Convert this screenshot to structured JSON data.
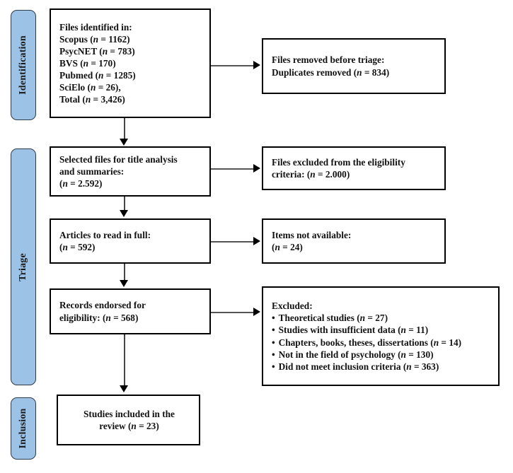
{
  "diagram": {
    "type": "prisma-flow-diagram",
    "colors": {
      "phase_bar_fill": "#9CC3E5",
      "phase_bar_border": "#2E3A45",
      "box_border": "#000000",
      "connector": "#000000",
      "background": "#FFFFFF",
      "text": "#111111"
    },
    "phases": [
      {
        "id": "identification",
        "label": "Identification"
      },
      {
        "id": "triage",
        "label": "Triage"
      },
      {
        "id": "inclusion",
        "label": "Inclusion"
      }
    ],
    "boxes": {
      "identified": {
        "lines": [
          "Files identified in:",
          "Scopus (n = 1162)",
          "PsycNET (n = 783)",
          "BVS (n = 170)",
          "Pubmed (n = 1285)",
          "SciElo (n = 26),",
          "Total (n = 3,426)"
        ]
      },
      "removed_before_triage": {
        "lines": [
          "Files removed before triage:",
          "Duplicates removed (n = 834)"
        ]
      },
      "selected_title_analysis": {
        "lines": [
          "Selected files for title analysis",
          "and summaries:",
          "(n = 2.592)"
        ]
      },
      "excluded_eligibility_criteria": {
        "lines": [
          "Files excluded from the eligibility",
          "criteria: (n = 2.000)"
        ]
      },
      "articles_read_full": {
        "lines": [
          "Articles to read in full:",
          "(n = 592)"
        ]
      },
      "items_not_available": {
        "lines": [
          "Items not available:",
          "(n = 24)"
        ]
      },
      "records_endorsed": {
        "lines": [
          "Records endorsed for",
          "eligibility: (n = 568)"
        ]
      },
      "excluded_reasons": {
        "heading": "Excluded:",
        "items": [
          "Theoretical studies (n = 27)",
          "Studies with insufficient data (n = 11)",
          "Chapters, books, theses, dissertations (n = 14)",
          "Not in the field of psychology (n = 130)",
          "Did not meet inclusion criteria (n = 363)"
        ]
      },
      "included_in_review": {
        "lines": [
          "Studies included in the",
          "review (n = 23)"
        ]
      }
    }
  }
}
